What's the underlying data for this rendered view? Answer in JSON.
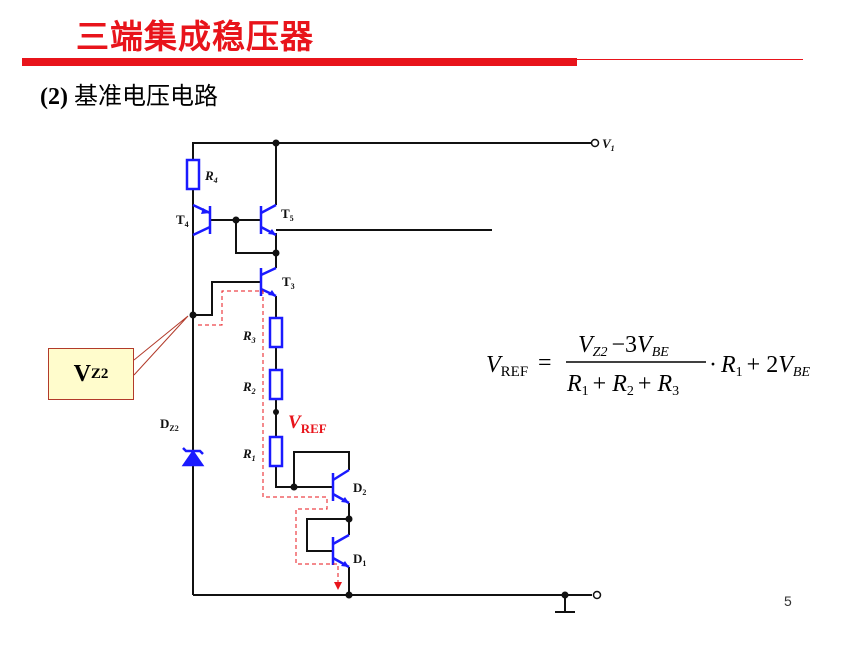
{
  "slide": {
    "title": "三端集成稳压器",
    "subtitle_num": "(2)",
    "subtitle_text": "基准电压电路",
    "page_number": "5"
  },
  "callout": {
    "main": "V",
    "sub": "Z2"
  },
  "labels": {
    "v1_main": "V",
    "v1_sub": "1",
    "r4_main": "R",
    "r4_sub": "4",
    "t4_main": "T",
    "t4_sub": "4",
    "t5_main": "T",
    "t5_sub": "5",
    "t3_main": "T",
    "t3_sub": "3",
    "r3_main": "R",
    "r3_sub": "3",
    "r2_main": "R",
    "r2_sub": "2",
    "r1_main": "R",
    "r1_sub": "1",
    "dz2_main": "D",
    "dz2_sub": "Z2",
    "d2_main": "D",
    "d2_sub": "2",
    "d1_main": "D",
    "d1_sub": "1",
    "vref_main": "V",
    "vref_sub": "REF"
  },
  "formula": {
    "lhs_v": "V",
    "lhs_sub": "REF",
    "num_v": "V",
    "num_sub": "Z2",
    "num_mid": "−3",
    "num_v2": "V",
    "num_sub2": "BE",
    "den_r1": "R",
    "den_s1": "1",
    "den_r2": "R",
    "den_s2": "2",
    "den_r3": "R",
    "den_s3": "3",
    "tail_r": "R",
    "tail_s": "1",
    "tail_coef": "+ 2",
    "tail_v": "V",
    "tail_vs": "BE"
  },
  "colors": {
    "title_red": "#e8141b",
    "component_blue": "#1a1aff",
    "wire": "#111111",
    "dash_red": "#e8141b",
    "callout_bg": "#fffccc"
  }
}
